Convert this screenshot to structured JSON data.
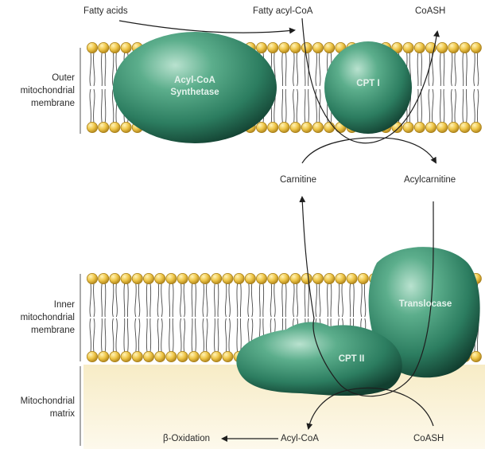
{
  "labels": {
    "fatty_acids": "Fatty acids",
    "fatty_acyl_coa": "Fatty acyl-CoA",
    "coash_top": "CoASH",
    "carnitine": "Carnitine",
    "acylcarnitine": "Acylcarnitine",
    "beta_oxidation": "β-Oxidation",
    "acyl_coa": "Acyl-CoA",
    "coash_bottom": "CoASH"
  },
  "regions": {
    "outer_line1": "Outer",
    "outer_line2": "mitochondrial",
    "outer_line3": "membrane",
    "inner_line1": "Inner",
    "inner_line2": "mitochondrial",
    "inner_line3": "membrane",
    "matrix_line1": "Mitochondrial",
    "matrix_line2": "matrix"
  },
  "enzymes": {
    "acyl_coa_synthetase_line1": "Acyl-CoA",
    "acyl_coa_synthetase_line2": "Synthetase",
    "cpt1": "CPT I",
    "translocase": "Translocase",
    "cpt2": "CPT II"
  },
  "colors": {
    "lipid_head": "#e7bf3f",
    "lipid_head_outline": "#a8801c",
    "enzyme": "#2f8a6a",
    "matrix_fill": "#f8f0d4",
    "arrow": "#1e1e1e"
  }
}
